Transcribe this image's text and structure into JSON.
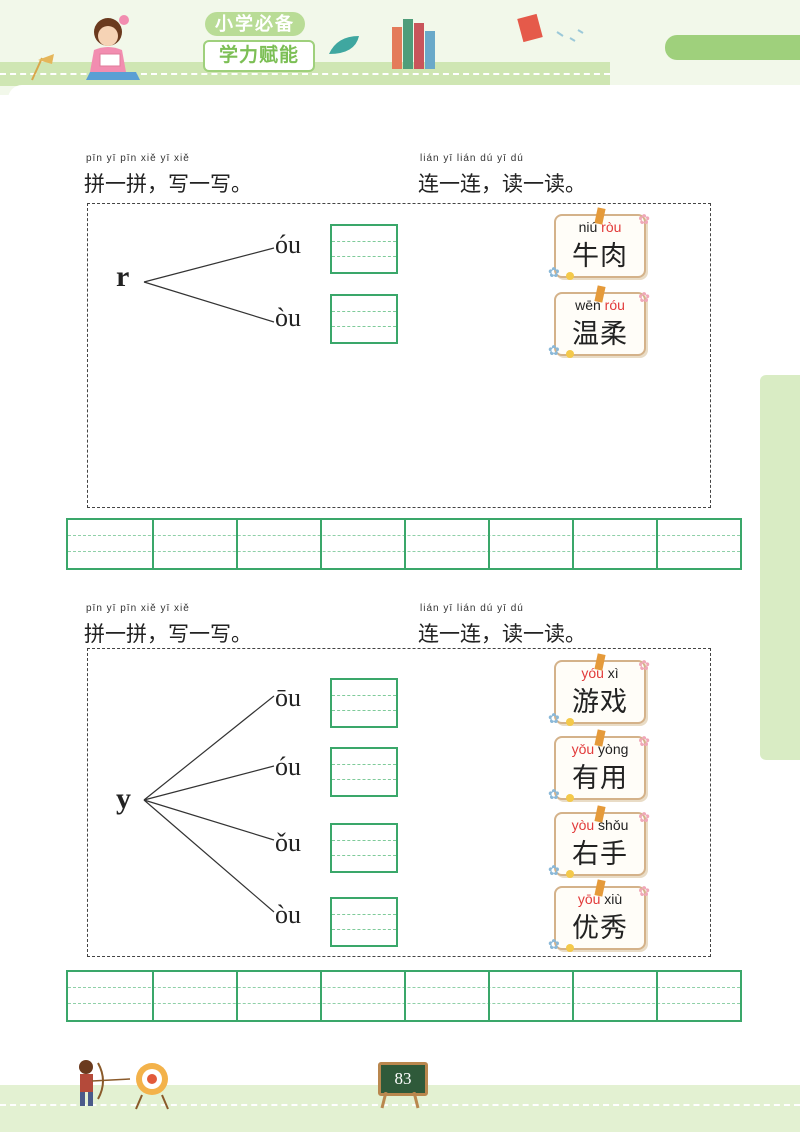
{
  "header": {
    "badge_top": "小学必备",
    "badge_bottom": "学力赋能"
  },
  "page_number": "83",
  "sections": [
    {
      "left_pinyin": "pīn yī pīn   xiě yī xiě",
      "left_title": "拼一拼，写一写。",
      "right_pinyin": "lián yī lián   dú yī dú",
      "right_title": "连一连，读一读。",
      "initial": "r",
      "finals": [
        "óu",
        "òu"
      ],
      "cards": [
        {
          "py1": "niú",
          "py2": "ròu",
          "red": 2,
          "hanzi": "牛肉"
        },
        {
          "py1": "wēn",
          "py2": "róu",
          "red": 2,
          "hanzi": "温柔"
        }
      ]
    },
    {
      "left_pinyin": "pīn yī pīn   xiě yī xiě",
      "left_title": "拼一拼，写一写。",
      "right_pinyin": "lián yī lián   dú yī dú",
      "right_title": "连一连，读一读。",
      "initial": "y",
      "finals": [
        "ōu",
        "óu",
        "ǒu",
        "òu"
      ],
      "cards": [
        {
          "py1": "yóu",
          "py2": "xì",
          "red": 1,
          "hanzi": "游戏"
        },
        {
          "py1": "yǒu",
          "py2": "yòng",
          "red": 1,
          "hanzi": "有用"
        },
        {
          "py1": "yòu",
          "py2": "shǒu",
          "red": 1,
          "hanzi": "右手"
        },
        {
          "py1": "yōu",
          "py2": "xiù",
          "red": 1,
          "hanzi": "优秀"
        }
      ]
    }
  ]
}
